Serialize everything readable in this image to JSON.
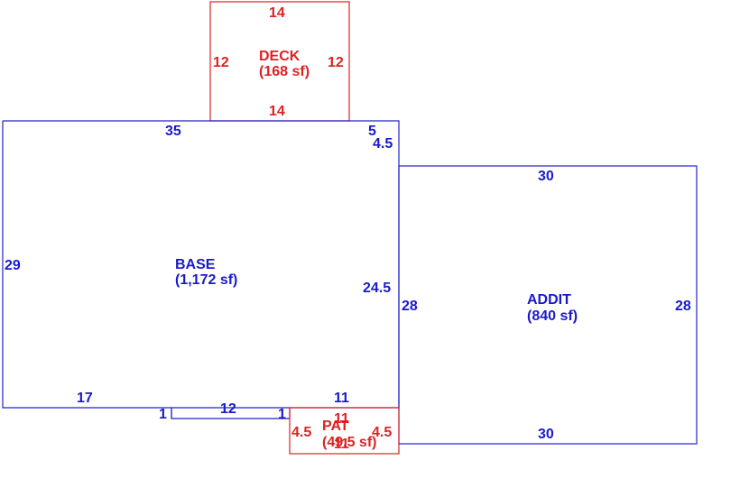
{
  "colors": {
    "base": "#2222cc",
    "deck": "#dd2222"
  },
  "areas": {
    "deck": {
      "name": "DECK",
      "area": "(168 sf)"
    },
    "base": {
      "name": "BASE",
      "area": "(1,172 sf)"
    },
    "addit": {
      "name": "ADDIT",
      "area": "(840 sf)"
    },
    "pat": {
      "name": "PAT",
      "area": "(49.5 sf)"
    }
  },
  "dimensions": {
    "deck_top": "14",
    "deck_left": "12",
    "deck_right": "12",
    "deck_bottom": "14",
    "base_top": "35",
    "base_top_right": "5",
    "base_notch": "4.5",
    "base_left": "29",
    "base_right": "24.5",
    "base_bottom_left": "17",
    "base_step_left": "1",
    "base_bottom_mid": "12",
    "base_step_right": "1",
    "base_bottom_right": "11",
    "addit_top": "30",
    "addit_left": "28",
    "addit_right": "28",
    "addit_bottom": "30",
    "pat_top": "11",
    "pat_left": "4.5",
    "pat_right": "4.5",
    "pat_bottom": "11"
  }
}
